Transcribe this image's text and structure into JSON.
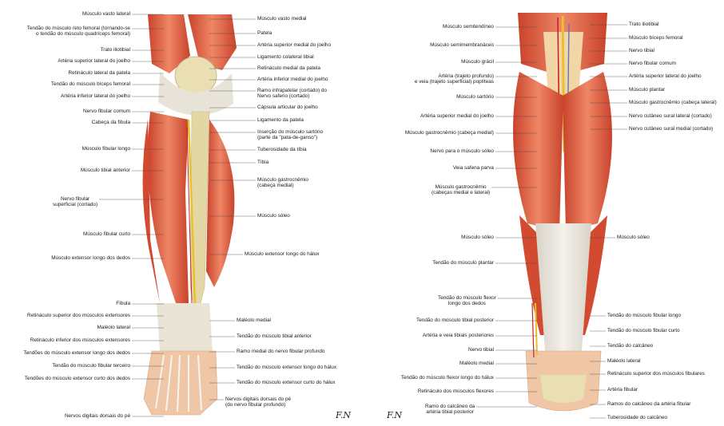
{
  "left_panel": {
    "labels_left": [
      "Músculo vasto lateral",
      "Tendão do músculo reto femoral (tornando-se\no tendão do músculo quadríceps femoral)",
      "Trato iliotibial",
      "Artéria superior lateral do joelho",
      "Retináculo lateral da patela",
      "Tendão do músculo bíceps femoral",
      "Artéria inferior lateral do joelho",
      "Nervo fibular comum",
      "Cabeça da fíbula",
      "Músculo fibular longo",
      "Músculo tibial anterior",
      "Nervo fibular\nsuperficial (cortado)",
      "Músculo fibular curto",
      "Músculo extensor longo dos dedos",
      "Fíbula",
      "Retináculo superior dos músculos extensores",
      "Maléolo lateral",
      "Retináculo inferior dos músculos extensores",
      "Tendões do músculo extensor longo dos dedos",
      "Tendão do músculo fibular terceiro",
      "Tendões do músculo extensor curto dos dedos",
      "Nervos digitais dorsais do pé"
    ],
    "labels_right": [
      "Músculo vasto medial",
      "Patela",
      "Artéria superior medial do joelho",
      "Ligamento colateral tibial",
      "Retináculo medial da patela",
      "Artéria inferior medial do joelho",
      "Ramo infrapatelar (cortado) do\nNervo safeno (cortado)",
      "Cápsula articular do joelho",
      "Ligamento da patela",
      "Inserção do músculo sartório\n(parte da \"pata-de-ganso\")",
      "Tuberosidade da tíbia",
      "Tíbia",
      "Músculo gastrocnêmio\n(cabeça medial)",
      "Músculo sóleo",
      "Músculo extensor longo do hálux",
      "Maléolo medial",
      "Tendão do músculo tibial anterior",
      "Ramo medial do nervo fibular profundo",
      "Tendão do músculo extensor longo do hálux",
      "Tendão do músculo extensor curto do hálux",
      "Nervos digitais dorsais do pé\n(do nervo fibular profundo)"
    ]
  },
  "right_panel": {
    "labels_left": [
      "Músculo semitendíneo",
      "Músculo semimembranáceo",
      "Músculo grácil",
      "Artéria (trajeto profundo)\ne veia (trajeto superficial) poplíteas",
      "Músculo sartório",
      "Artéria superior medial do joelho",
      "Músculo gastrocnêmio (cabeça medial)",
      "Nervo para o músculo sóleo",
      "Veia safena parva",
      "Músculo gastrocnêmio\n(cabeças medial e lateral)",
      "Músculo sóleo",
      "Tendão do músculo plantar",
      "Tendão do músculo flexor\nlongo dos dedos",
      "Tendão do músculo tibial posterior",
      "Artéria e veia tibiais posteriores",
      "Nervo tibial",
      "Maléolo medial",
      "Tendão do músculo flexor longo do hálux",
      "Retináculo dos músculos flexores",
      "Ramo do calcâneo da\nartéria tibial posterior"
    ],
    "labels_right": [
      "Trato iliotibial",
      "Músculo bíceps femoral",
      "Nervo tibial",
      "Nervo fibular comum",
      "Artéria superior lateral do joelho",
      "Músculo plantar",
      "Músculo gastrocnêmio (cabeça lateral)",
      "Nervo cutâneo sural lateral (cortado)",
      "Nervo cutâneo sural medial (cortado)",
      "Músculo sóleo",
      "Tendão do músculo fibular longo",
      "Tendão do músculo fibular curto",
      "Tendão do calcâneo",
      "Maléolo lateral",
      "Retináculo superior dos músculos fibulares",
      "Artéria fibular",
      "Ramos do calcâneo da artéria fibular",
      "Tuberosidade do calcâneo"
    ]
  },
  "colors": {
    "muscle": "#d9553a",
    "muscle_light": "#ec8a68",
    "tendon": "#ece8de",
    "bone": "#eadfb2",
    "nerve": "#e8c22c",
    "artery": "#c8242a",
    "vein": "#5a78b8",
    "skin": "#f0c7a6",
    "leader": "#444444"
  }
}
